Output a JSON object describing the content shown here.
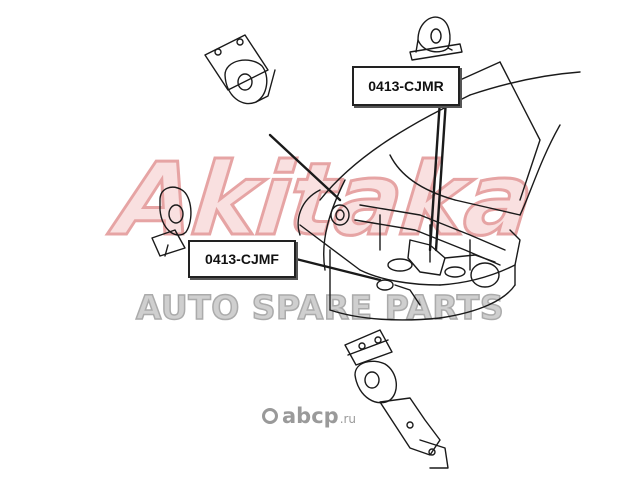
{
  "watermark": {
    "brand": "Akitaka",
    "tagline": "AUTO SPARE PARTS",
    "color": "#e6a4a4"
  },
  "callouts": {
    "rear": "0413-CJMR",
    "front": "0413-CJMF"
  },
  "footer_logo": {
    "text": "abcp",
    "domain": ".ru"
  }
}
